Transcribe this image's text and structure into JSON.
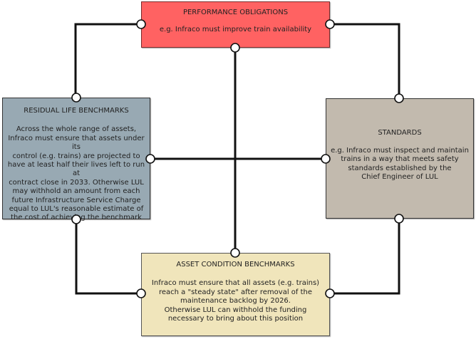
{
  "diagram": {
    "performance": {
      "title": "PERFORMANCE OBLIGATIONS",
      "body": "e.g. Infraco must improve train availability",
      "color": "#ff6262"
    },
    "residual": {
      "title": "RESIDUAL LIFE BENCHMARKS",
      "body_lines": [
        "Across the whole range of assets,",
        "Infraco must ensure that assets under its",
        "control (e.g. trains) are projected to",
        "have at least half their lives left to run at",
        "contract close in 2033. Otherwise LUL",
        "may withhold an amount from each",
        "future Infrastructure Service Charge",
        "equal to LUL's reasonable estimate of",
        "the cost of achieving the benchmark"
      ],
      "color": "#98a9b3"
    },
    "standards": {
      "title": "STANDARDS",
      "body_lines": [
        "e.g. Infraco must inspect and maintain",
        "trains in a way that meets safety",
        "standards established by the",
        "Chief Engineer of LUL"
      ],
      "color": "#c2baae"
    },
    "asset": {
      "title": "ASSET CONDITION BENCHMARKS",
      "body_lines": [
        "Infraco must ensure that all assets (e.g. trains)",
        "reach a \"steady state\" after removal of the",
        "maintenance backlog by 2026.",
        "Otherwise LUL can withhold the funding",
        "necessary to bring about this position"
      ],
      "color": "#f0e5bb"
    },
    "connections": [
      {
        "from": "performance",
        "to": "residual"
      },
      {
        "from": "performance",
        "to": "standards"
      },
      {
        "from": "performance",
        "to": "asset"
      },
      {
        "from": "residual",
        "to": "standards"
      },
      {
        "from": "residual",
        "to": "asset"
      },
      {
        "from": "standards",
        "to": "asset"
      }
    ]
  }
}
